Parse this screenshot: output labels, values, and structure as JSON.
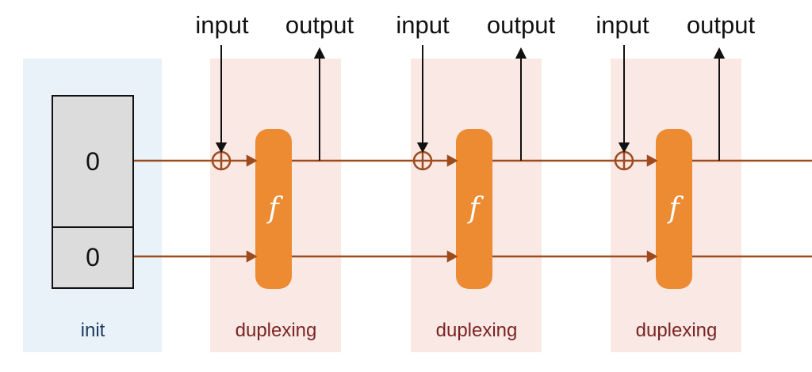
{
  "init_block": {
    "label": "init",
    "state_cells": [
      {
        "value": "0"
      },
      {
        "value": "0"
      }
    ]
  },
  "duplex_blocks": [
    {
      "label": "duplexing",
      "function_label": "f",
      "input_label": "input",
      "output_label": "output"
    },
    {
      "label": "duplexing",
      "function_label": "f",
      "input_label": "input",
      "output_label": "output"
    },
    {
      "label": "duplexing",
      "function_label": "f",
      "input_label": "input",
      "output_label": "output"
    }
  ],
  "colors": {
    "wire_brown": "#9E4B1E",
    "arrow_black": "#111111",
    "permutation_orange": "#ED8B33",
    "duplex_bg_pink": "#FAE8E4",
    "init_bg_blue": "#E9F1F9",
    "state_box_gray": "#DCDCDC",
    "init_label_color": "#1C3C63",
    "duplexing_label_color": "#7A2424"
  }
}
